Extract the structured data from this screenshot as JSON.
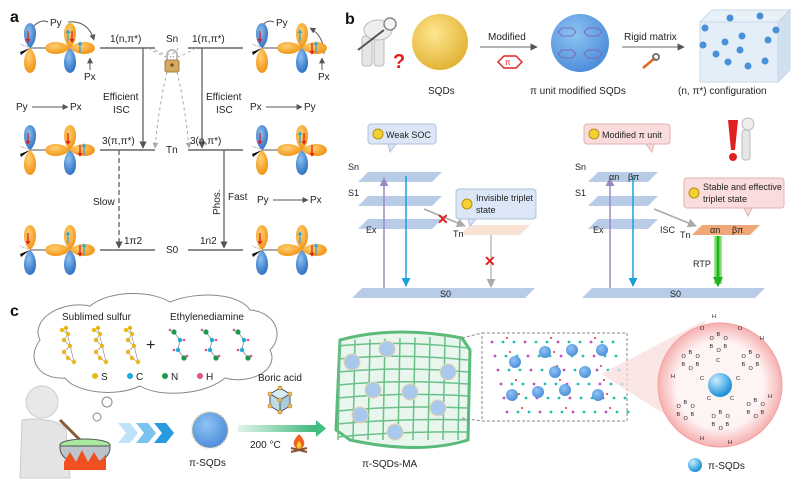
{
  "panels": {
    "a": {
      "label": "a",
      "left_top_level": "1(n,π*)",
      "right_top_level": "1(π,π*)",
      "center_top": "Sn",
      "center_mid": "Tn",
      "center_bottom": "S0",
      "left_mid_level": "3(π,π*)",
      "right_mid_level": "3(n,π*)",
      "left_bottom_level": "1π2",
      "right_bottom_level": "1n2",
      "left_isc": [
        "Efficient",
        "ISC"
      ],
      "right_isc": [
        "Efficient",
        "ISC"
      ],
      "slow": "Slow",
      "fast": "Fast",
      "phos": "Phos.",
      "py": "Py",
      "px": "Px",
      "left_transition": {
        "from": "Py",
        "to": "Px"
      },
      "right_transition": {
        "from": "Px",
        "to": "Py"
      },
      "bottom_right_transition": {
        "from": "Py",
        "to": "Px"
      },
      "colors": {
        "blue_orbital": "#3a7fd0",
        "orange_orbital": "#f4a21e",
        "spin_up": "#2aa8e0",
        "spin_down": "#e02020"
      }
    },
    "b": {
      "label": "b",
      "sqds": "SQDs",
      "modified": "Modified",
      "pi_unit": "π",
      "pi_modified": "π unit modified SQDs",
      "rigid": "Rigid matrix",
      "config": "(n, π*) configuration",
      "left": {
        "bubble1": "Weak SOC",
        "bubble2": [
          "Invisible triplet",
          "state"
        ],
        "sn": "Sn",
        "s1": "S1",
        "tn": "Tn",
        "s0": "S0",
        "ex": "Ex"
      },
      "right": {
        "bubble1": "Modified π unit",
        "bubble2": [
          "Stable and effective",
          "triplet state"
        ],
        "sn": "Sn",
        "s1": "S1",
        "tn": "Tn",
        "s0": "S0",
        "ex": "Ex",
        "isc": "ISC",
        "rtp": "RTP",
        "alpha": "αn",
        "beta": "βπ"
      }
    },
    "c": {
      "label": "c",
      "sulfur": "Sublimed sulfur",
      "eda": "Ethylenediamine",
      "plus": "+",
      "legend": [
        {
          "sym": "S",
          "color": "#e8b81a"
        },
        {
          "sym": "C",
          "color": "#22aadd"
        },
        {
          "sym": "N",
          "color": "#1a9a4a"
        },
        {
          "sym": "H",
          "color": "#e0508a"
        }
      ],
      "boric": "Boric acid",
      "temp": "200 °C",
      "pisqds": "π-SQDs",
      "ma": "π-SQDs-MA",
      "legend_sqd": "π-SQDs"
    }
  }
}
